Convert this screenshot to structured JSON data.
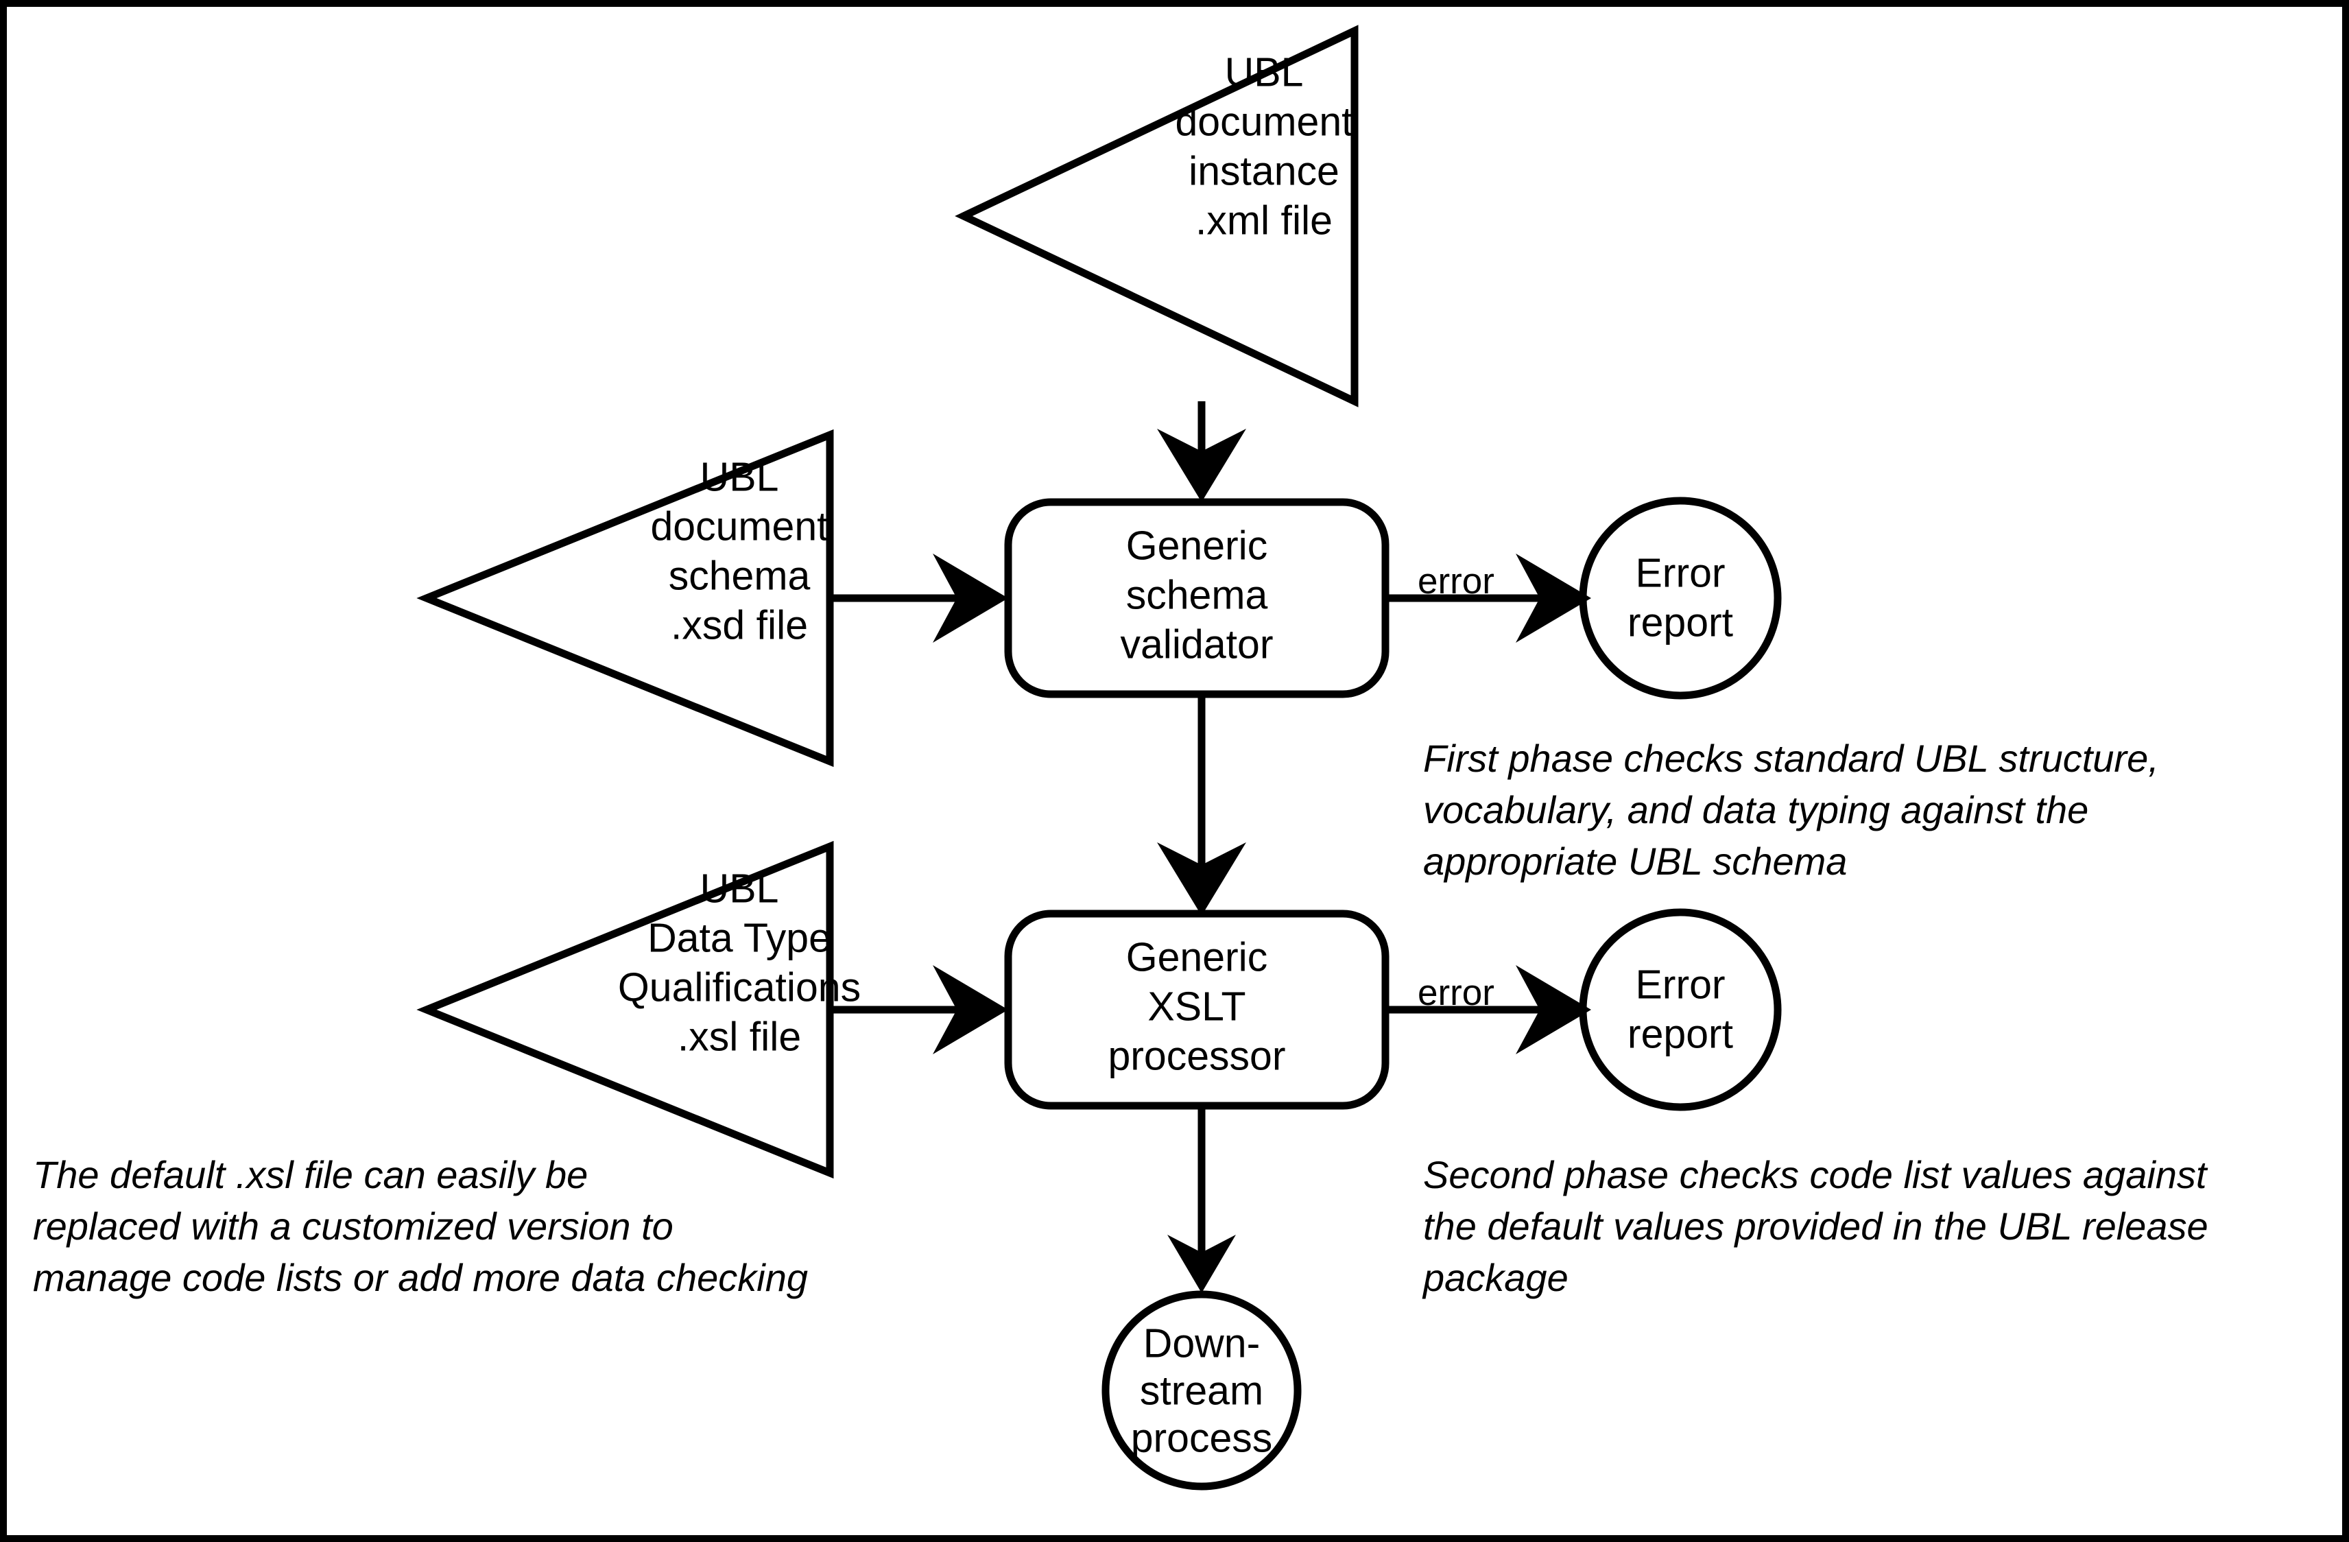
{
  "diagram": {
    "title": "UBL two-phase document validation flow",
    "colors": {
      "stroke": "#000000",
      "background": "#ffffff",
      "frame": "#000000"
    },
    "sources": [
      {
        "id": "ubl-document-instance",
        "shape": "triangle",
        "lines": [
          "UBL",
          "document",
          "instance",
          ".xml file"
        ]
      },
      {
        "id": "ubl-document-schema",
        "shape": "triangle",
        "lines": [
          "UBL",
          "document",
          "schema",
          ".xsd file"
        ]
      },
      {
        "id": "ubl-data-type-qualifications",
        "shape": "triangle",
        "lines": [
          "UBL",
          "Data Type",
          "Qualifications",
          ".xsl file"
        ]
      }
    ],
    "processes": [
      {
        "id": "generic-schema-validator",
        "shape": "rounded-rect",
        "lines": [
          "Generic",
          "schema",
          "validator"
        ]
      },
      {
        "id": "generic-xslt-processor",
        "shape": "rounded-rect",
        "lines": [
          "Generic",
          "XSLT",
          "processor"
        ]
      }
    ],
    "outputs": [
      {
        "id": "error-report-phase-one",
        "shape": "circle",
        "lines": [
          "Error",
          "report"
        ]
      },
      {
        "id": "error-report-phase-two",
        "shape": "circle",
        "lines": [
          "Error",
          "report"
        ]
      },
      {
        "id": "downstream-process",
        "shape": "circle",
        "lines": [
          "Down-",
          "stream",
          "process"
        ]
      }
    ],
    "edge_labels": {
      "error_phase_one": "error",
      "error_phase_two": "error"
    },
    "notes": [
      {
        "id": "first-phase-note",
        "lines": [
          "First phase checks standard UBL structure,",
          "vocabulary, and data typing against the",
          "appropriate UBL schema"
        ]
      },
      {
        "id": "xsl-customization-note",
        "lines": [
          "The default .xsl file can easily be",
          "replaced with a customized version to",
          "manage code lists or add more data checking"
        ]
      },
      {
        "id": "second-phase-note",
        "lines": [
          "Second phase checks code list values against",
          "the default values provided in the UBL release",
          "package"
        ]
      }
    ]
  }
}
